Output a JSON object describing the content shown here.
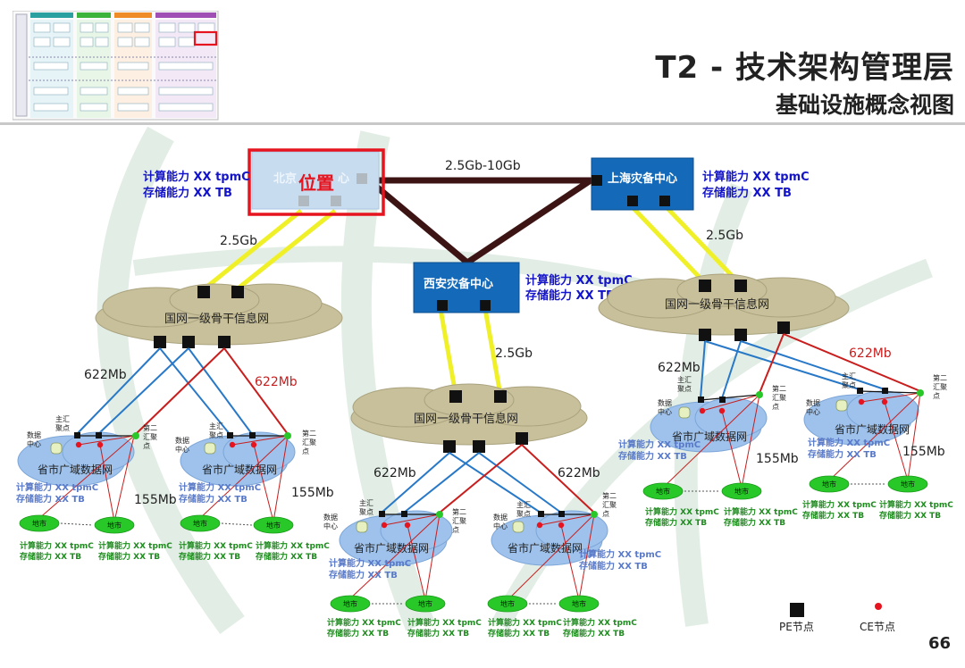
{
  "title": "T2 - 技术架构管理层",
  "subtitle": "基础设施概念视图",
  "page_number": "66",
  "location_marker": "位置",
  "centers": {
    "beijing": {
      "label": "北京",
      "label_tail": "心",
      "capacity": [
        "计算能力 XX tpmC",
        "存储能力 XX TB"
      ]
    },
    "shanghai": {
      "label": "上海灾备中心",
      "capacity": [
        "计算能力 XX tpmC",
        "存储能力 XX TB"
      ]
    },
    "xian": {
      "label": "西安灾备中心",
      "capacity": [
        "计算能力 XX tpmC",
        "存储能力 XX TB"
      ]
    }
  },
  "links": {
    "core": "2.5Gb-10Gb",
    "bj_backbone": "2.5Gb",
    "sh_backbone": "2.5Gb",
    "xa_backbone": "2.5Gb"
  },
  "backbone_label": "国网一级骨干信息网",
  "provincial_label": "省市广域数据网",
  "city_label": "地市",
  "bandwidth": {
    "b622": "622Mb",
    "b155": "155Mb"
  },
  "node_labels": {
    "main_agg": [
      "主汇",
      "聚点"
    ],
    "second_agg": [
      "第二",
      "汇聚",
      "点"
    ],
    "second_agg_b": [
      "第二",
      "汇聚",
      "点"
    ],
    "data_center": [
      "数据",
      "中心"
    ]
  },
  "capacity_text": {
    "compute": "计算能力 XX tpmC",
    "storage": "存储能力 XX TB"
  },
  "legend": {
    "pe": "PE节点",
    "ce": "CE节点"
  },
  "colors": {
    "center_blue": "#1469b8",
    "red_box": "#e6141e",
    "capacity_blue": "#1414c8",
    "capacity_light": "#5a7ac8",
    "green_text": "#1e8c1e",
    "yellow_link": "#f0f028",
    "core_link": "#3c1414",
    "blue_link": "#2878c8",
    "red_link": "#c81e1e",
    "cloud_tan": "#c8c09a",
    "cloud_blue": "#9ec2ec",
    "cloud_green": "#28c828"
  }
}
